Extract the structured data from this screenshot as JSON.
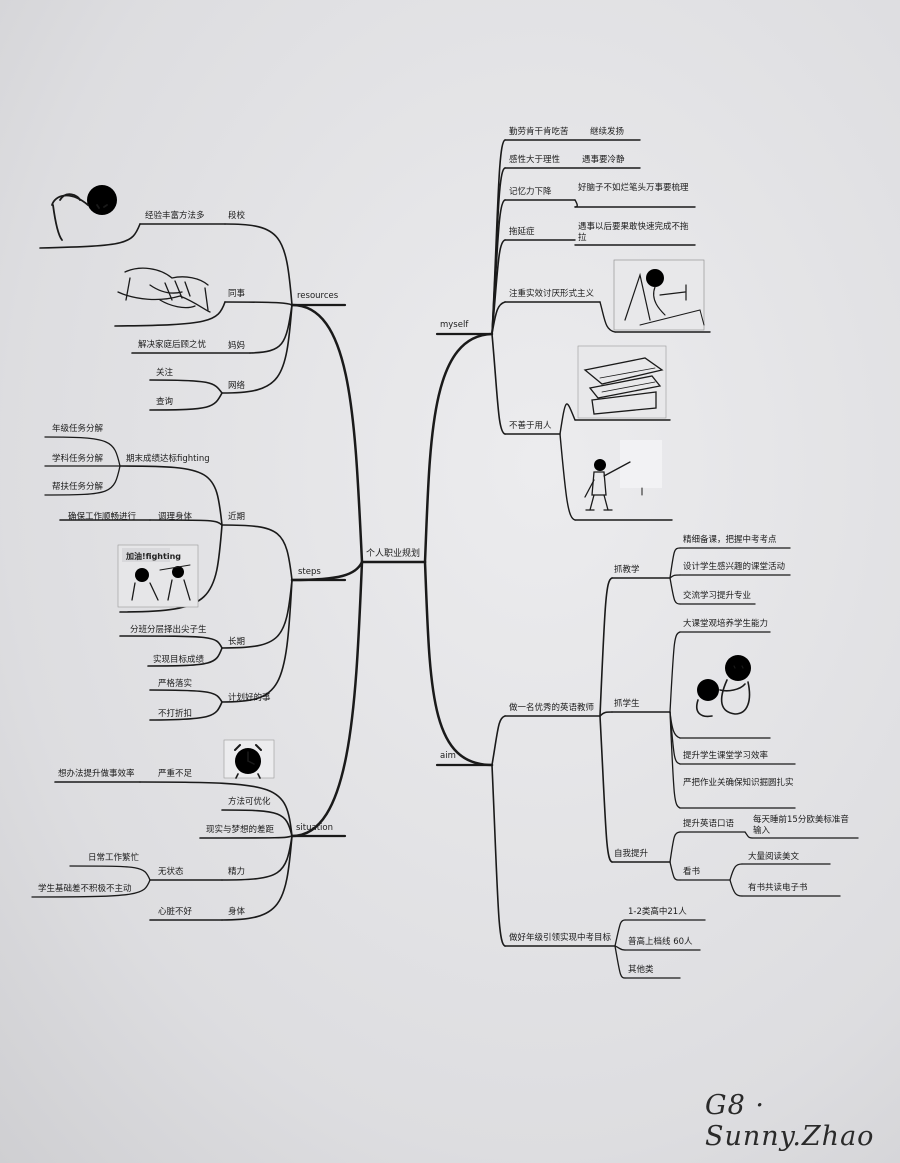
{
  "center": "个人职业规划",
  "branches": {
    "myself": "myself",
    "aim": "aim",
    "resources": "resources",
    "steps": "steps",
    "situation": "situation"
  },
  "myself": {
    "t1": "勤劳肯干肯吃苦",
    "t1b": "继续发扬",
    "t2": "感性大于理性",
    "t2b": "遇事要冷静",
    "t3": "记忆力下降",
    "t3b": "好脑子不如烂笔头万事要梳理",
    "t4": "拖延症",
    "t4b": "遇事以后要果敢快速完成不拖拉",
    "t5": "注重实效讨厌形式主义",
    "t6": "不善于用人"
  },
  "aim": {
    "a1": "做一名优秀的英语教师",
    "a1_1": "抓教学",
    "a1_1a": "精细备课，把握中考考点",
    "a1_1b": "设计学生感兴趣的课堂活动",
    "a1_1c": "交流学习提升专业",
    "a1_2": "抓学生",
    "a1_2a": "大课堂观培养学生能力",
    "a1_2b": "提升学生课堂学习效率",
    "a1_2c": "严把作业关确保知识掘圆扎实",
    "a1_3": "自我提升",
    "a1_3a": "提升英语口语",
    "a1_3a1": "每天睡前15分欧美标准音输入",
    "a1_3b": "看书",
    "a1_3b1": "大量阅读美文",
    "a1_3b2": "有书共读电子书",
    "a2": "做好年级引领实现中考目标",
    "a2a": "1-2类高中21人",
    "a2b": "普高上档线 60人",
    "a2c": "其他类"
  },
  "resources": {
    "r1": "段校",
    "r1a": "经验丰富方法多",
    "r2": "同事",
    "r3": "妈妈",
    "r3a": "解决家庭后顾之忧",
    "r4": "网络",
    "r4a": "关注",
    "r4b": "查询"
  },
  "steps": {
    "s1": "近期",
    "s1a": "期末成绩达标fighting",
    "s1a1": "年级任务分解",
    "s1a2": "学科任务分解",
    "s1a3": "帮扶任务分解",
    "s1b": "调理身体",
    "s1b1": "确保工作顺畅进行",
    "s2": "长期",
    "s2a": "分班分层择出尖子生",
    "s2b": "实现目标成绩",
    "s3": "计划好的事",
    "s3a": "严格落实",
    "s3b": "不打折扣"
  },
  "situation": {
    "u1": "严重不足",
    "u1a": "想办法提升做事效率",
    "u2": "方法可优化",
    "u3": "现实与梦想的差距",
    "u4": "精力",
    "u4a": "无状态",
    "u4a1": "日常工作繁忙",
    "u4a2": "学生基础差不积极不主动",
    "u5": "身体",
    "u5a": "心脏不好"
  },
  "signature": "G8 · Sunny.Zhao",
  "icons": [
    "stick-figure-icon",
    "handshake-icon",
    "cartoon-painter-icon",
    "book-stack-icon",
    "teacher-pointer-icon",
    "cartoon-fighting-icon",
    "hug-figures-icon",
    "alarm-clock-icon"
  ]
}
